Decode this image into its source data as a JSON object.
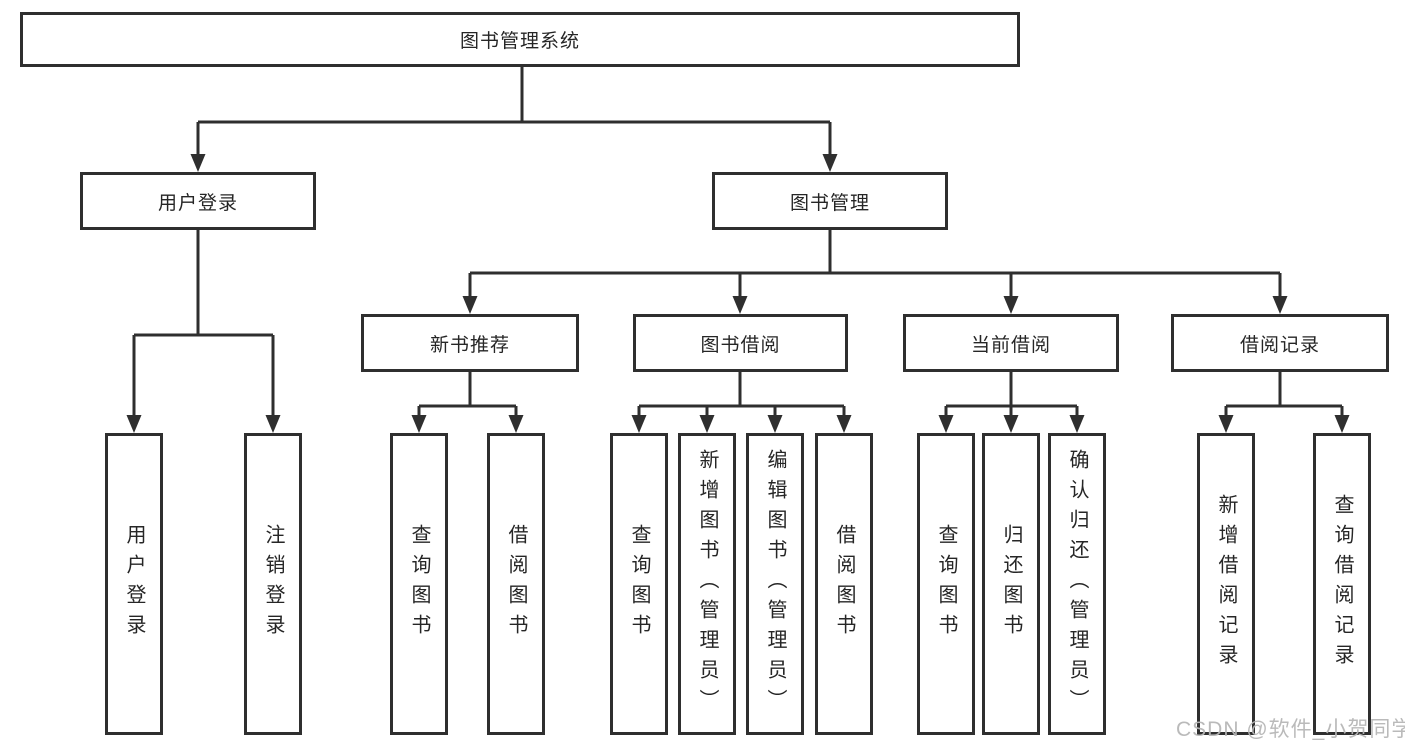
{
  "diagram_title": "图书管理系统",
  "tree": {
    "root": {
      "label": "图书管理系统",
      "children": [
        {
          "label": "用户登录",
          "children": [
            {
              "label": "用户登录"
            },
            {
              "label": "注销登录"
            }
          ]
        },
        {
          "label": "图书管理",
          "children": [
            {
              "label": "新书推荐",
              "children": [
                {
                  "label": "查询图书"
                },
                {
                  "label": "借阅图书"
                }
              ]
            },
            {
              "label": "图书借阅",
              "children": [
                {
                  "label": "查询图书"
                },
                {
                  "label": "新增图书（管理员）"
                },
                {
                  "label": "编辑图书（管理员）"
                },
                {
                  "label": "借阅图书"
                }
              ]
            },
            {
              "label": "当前借阅",
              "children": [
                {
                  "label": "查询图书"
                },
                {
                  "label": "归还图书"
                },
                {
                  "label": "确认归还（管理员）"
                }
              ]
            },
            {
              "label": "借阅记录",
              "children": [
                {
                  "label": "新增借阅记录"
                },
                {
                  "label": "查询借阅记录"
                }
              ]
            }
          ]
        }
      ]
    }
  },
  "watermark": {
    "text": "CSDN @软件_小贺同学"
  },
  "colors": {
    "line": "#2f2f2f",
    "text": "#262626",
    "background": "#ffffff",
    "watermark": "#b6b6b6"
  }
}
